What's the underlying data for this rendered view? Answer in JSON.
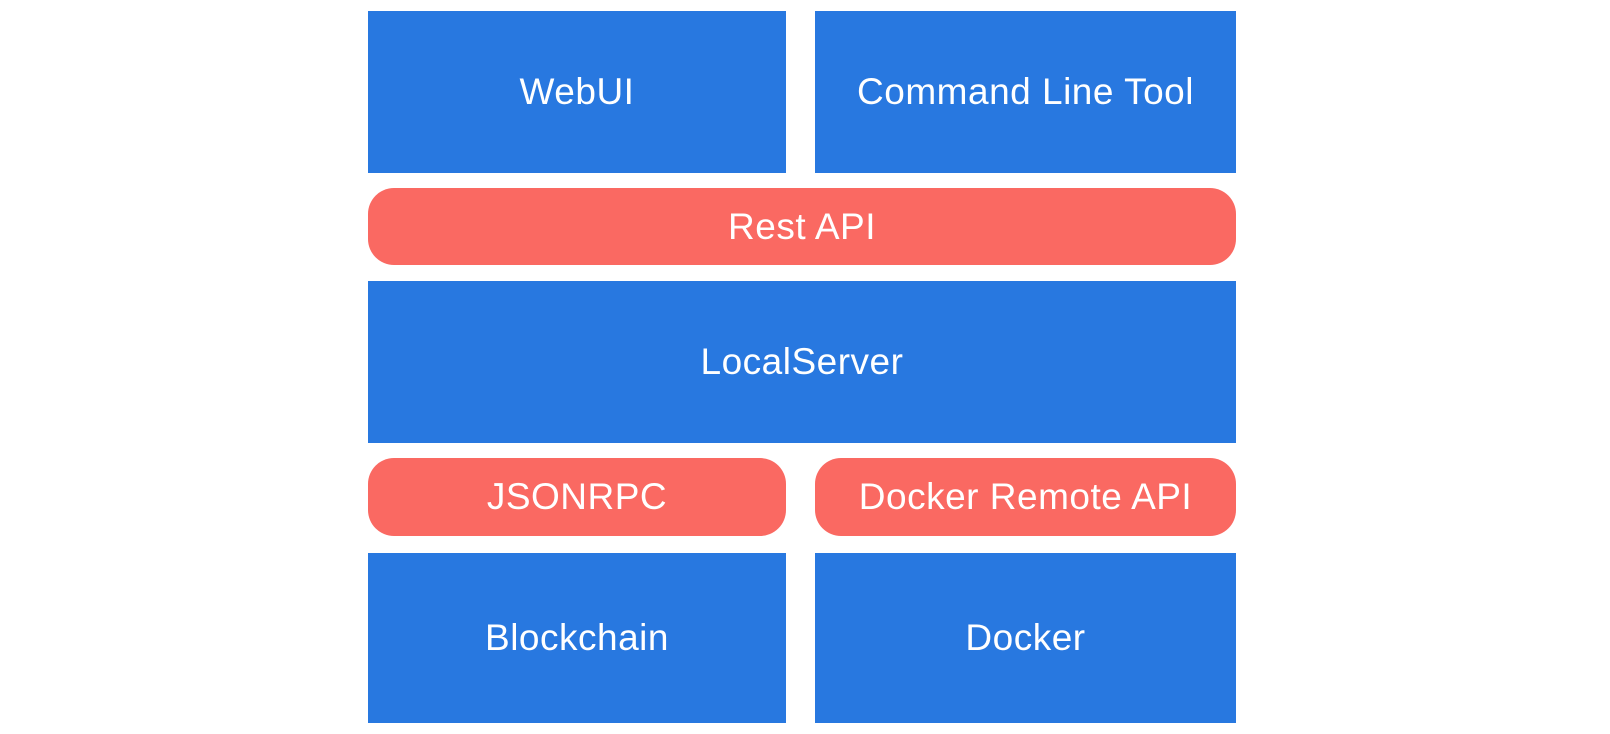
{
  "diagram": {
    "colors": {
      "component": "#2878e0",
      "api": "#fa6962",
      "text": "#ffffff",
      "background": "#ffffff"
    },
    "nodes": {
      "webui": {
        "label": "WebUI",
        "type": "component"
      },
      "cli": {
        "label": "Command Line Tool",
        "type": "component"
      },
      "rest_api": {
        "label": "Rest API",
        "type": "api"
      },
      "local_server": {
        "label": "LocalServer",
        "type": "component"
      },
      "jsonrpc": {
        "label": "JSONRPC",
        "type": "api"
      },
      "docker_remote_api": {
        "label": "Docker Remote API",
        "type": "api"
      },
      "blockchain": {
        "label": "Blockchain",
        "type": "component"
      },
      "docker": {
        "label": "Docker",
        "type": "component"
      }
    }
  }
}
